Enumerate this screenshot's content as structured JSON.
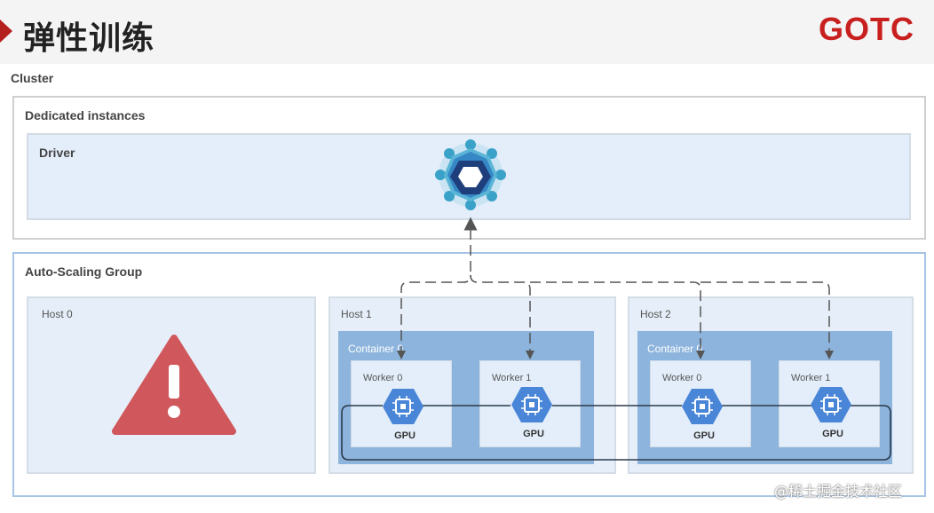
{
  "header": {
    "title": "弹性训练",
    "logo": "GOTC"
  },
  "cluster": {
    "label": "Cluster"
  },
  "dedicated": {
    "label": "Dedicated instances",
    "driver_label": "Driver",
    "driver_icon": "horovod-logo-icon"
  },
  "asg": {
    "label": "Auto-Scaling Group",
    "hosts": [
      {
        "label": "Host 0",
        "status_icon": "warning-icon"
      },
      {
        "label": "Host 1",
        "container": "Container 0",
        "workers": [
          {
            "label": "Worker 0",
            "chip": "GPU"
          },
          {
            "label": "Worker 1",
            "chip": "GPU"
          }
        ]
      },
      {
        "label": "Host 2",
        "container": "Container 0",
        "workers": [
          {
            "label": "Worker 0",
            "chip": "GPU"
          },
          {
            "label": "Worker 1",
            "chip": "GPU"
          }
        ]
      }
    ]
  },
  "watermark": "@稀土掘金技术社区",
  "colors": {
    "brand_red": "#c8201f",
    "gpu_blue": "#4a86d8",
    "warning_red": "#d0585c",
    "border_blue": "#a6c4e4"
  }
}
